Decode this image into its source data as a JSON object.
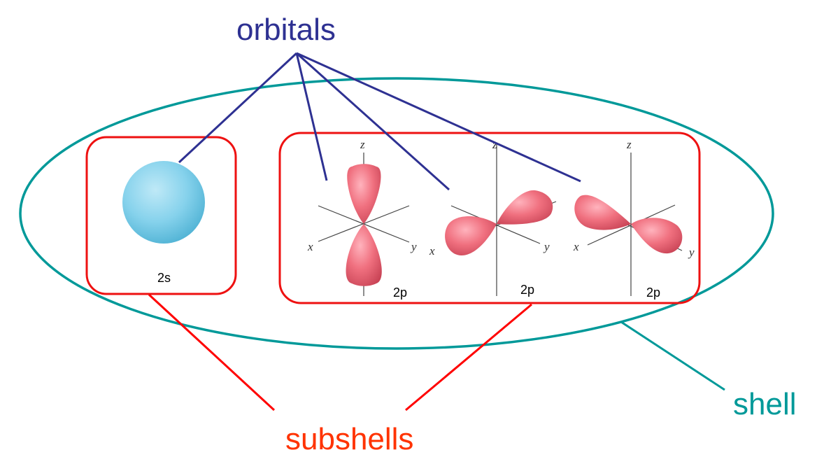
{
  "labels": {
    "orbitals": "orbitals",
    "subshells": "subshells",
    "shell": "shell"
  },
  "subshell_s": {
    "label": "2s"
  },
  "subshell_p": {
    "orbitals": [
      {
        "label": "2p",
        "axes": {
          "x": "x",
          "y": "y",
          "z": "z"
        }
      },
      {
        "label": "2p",
        "axes": {
          "x": "x",
          "y": "y",
          "z": "z"
        }
      },
      {
        "label": "2p",
        "axes": {
          "x": "x",
          "y": "y",
          "z": "z"
        }
      }
    ]
  },
  "colors": {
    "orbitals": "#2e3192",
    "subshells": "#ff0000",
    "subshell_text": "#ff3300",
    "shell": "#009999",
    "s_orbital": "#7ecfe8",
    "p_orbital": "#ee6677"
  }
}
